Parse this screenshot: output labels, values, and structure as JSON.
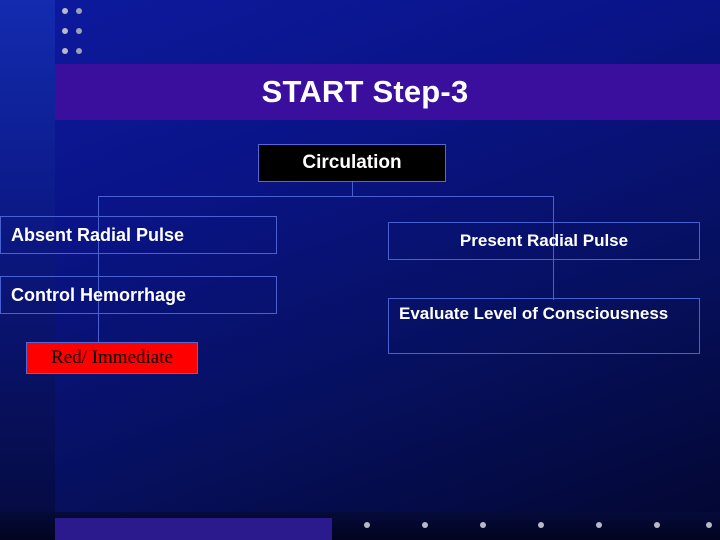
{
  "slide": {
    "title": "START Step-3"
  },
  "diagram": {
    "root": {
      "label": "Circulation"
    },
    "branches": [
      {
        "side": "left",
        "label": "Absent Radial Pulse",
        "steps": [
          {
            "label": "Control Hemorrhage"
          },
          {
            "label": "Red/ Immediate",
            "color": "#ff0000"
          }
        ]
      },
      {
        "side": "right",
        "label": "Present Radial Pulse",
        "steps": [
          {
            "label": "Evaluate Level of Consciousness"
          }
        ]
      }
    ]
  },
  "decor": {
    "dot_color": "#b9b9c8",
    "title_band_color": "#3a0f9e",
    "line_color": "#4a5fd0",
    "bottom_accent_color": "#2b1a8e"
  }
}
